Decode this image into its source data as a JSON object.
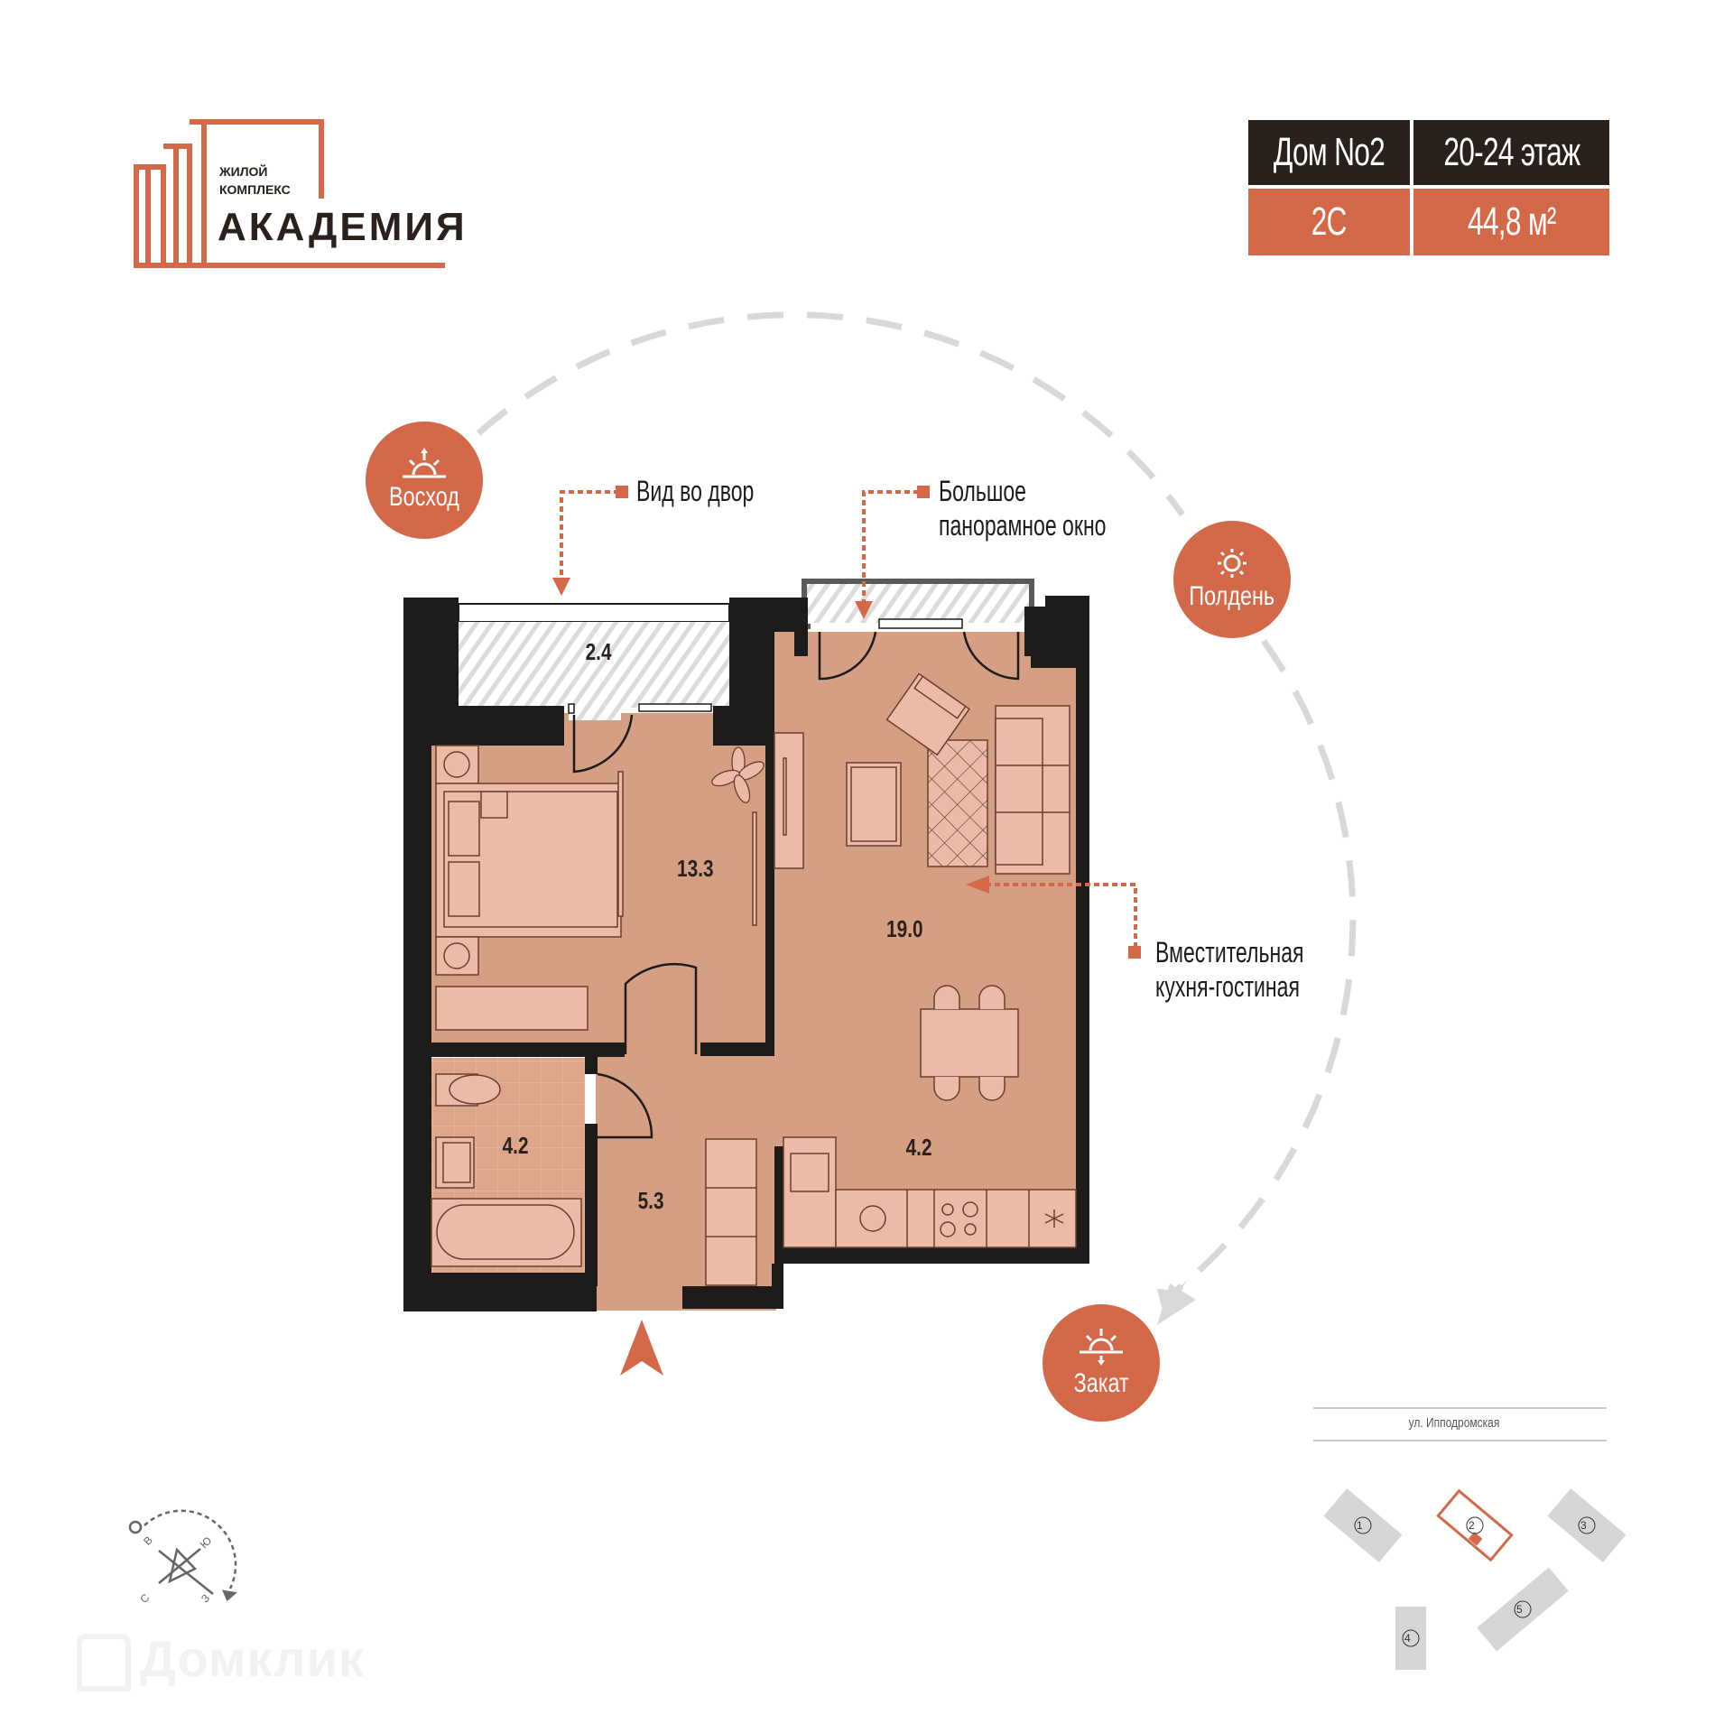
{
  "logo": {
    "line1": "ЖИЛОЙ",
    "line2": "КОМПЛЕКС",
    "name": "АКАДЕМИЯ",
    "color": "#d4694a"
  },
  "info_table": {
    "house": "Дом No2",
    "floors": "20-24 этаж",
    "type": "2С",
    "area": "44,8 м²"
  },
  "sun_path": {
    "sunrise": "Восход",
    "noon": "Полдень",
    "sunset": "Закат"
  },
  "callouts": {
    "yard_view": "Вид во двор",
    "window_line1": "Большое",
    "window_line2": "панорамное окно",
    "kitchen_line1": "Вместительная",
    "kitchen_line2": "кухня-гостиная"
  },
  "rooms": {
    "balcony": "2.4",
    "bedroom": "13.3",
    "living": "19.0",
    "bathroom": "4.2",
    "hall": "5.3",
    "kitchen": "4.2"
  },
  "site_plan": {
    "street": "ул. Ипподромская",
    "buildings": [
      "1",
      "2",
      "3",
      "4",
      "5"
    ],
    "current_building": "2"
  },
  "compass": {
    "east": "В",
    "south": "Ю",
    "west": "З",
    "north": "С"
  },
  "watermark": "Домклик",
  "colors": {
    "accent": "#d4694a",
    "dark": "#2a211c",
    "wall": "#1e1c1a",
    "floor": "#d49f83",
    "furniture": "#ebbba8",
    "arc": "#d9d9d9"
  }
}
